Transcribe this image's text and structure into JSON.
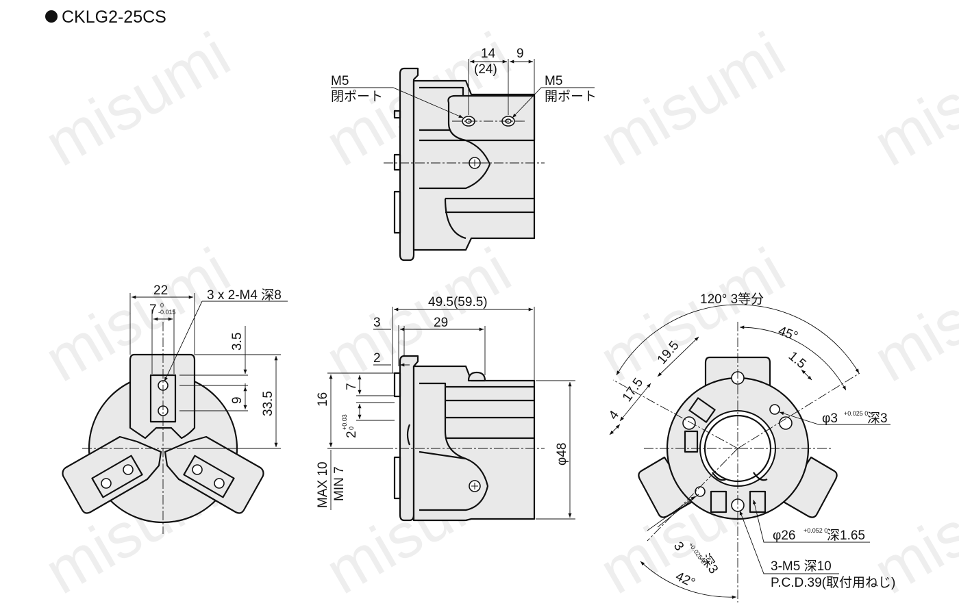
{
  "title": "CKLG2-25CS",
  "watermark": "misumi",
  "top_view": {
    "dim_14": "14",
    "dim_24": "(24)",
    "dim_9": "9",
    "port_left_size": "M5",
    "port_left_name": "閉ポート",
    "port_right_size": "M5",
    "port_right_name": "開ポート"
  },
  "left_view": {
    "dim_22": "22",
    "dim_7": "7",
    "dim_7_tol_upper": "0",
    "dim_7_tol_lower": "-0.015",
    "thread_note": "3 x 2-M4 深8",
    "dim_3_5": "3.5",
    "dim_9": "9",
    "dim_33_5": "33.5"
  },
  "side_view": {
    "dim_49_5": "49.5(59.5)",
    "dim_3": "3",
    "dim_29": "29",
    "dim_2": "2",
    "dim_16": "16",
    "dim_7": "7",
    "dim_2_tol": "2",
    "dim_2_tol_upper": "+0.03",
    "dim_2_tol_lower": "0",
    "dim_max": "MAX 10",
    "dim_min": "MIN 7",
    "dim_d48": "φ48"
  },
  "right_view": {
    "angle_120": "120° 3等分",
    "angle_45": "45°",
    "dim_19_5": "19.5",
    "dim_17_5": "17.5",
    "dim_4": "4",
    "dim_1_5": "1.5",
    "pin_hole_label": "φ3",
    "pin_hole_tol": "+0.025 0",
    "pin_hole_depth": "深3",
    "bore_label": "φ26",
    "bore_tol": "+0.052 0",
    "bore_depth": "深1.65",
    "mount_thread": "3-M5 深10",
    "mount_pcd": "P.C.D.39(取付用ねじ)",
    "pin_hole2_label": "3",
    "pin_hole2_tol": "+0.025 0",
    "pin_hole2_depth": "深3",
    "angle_42": "42°"
  }
}
